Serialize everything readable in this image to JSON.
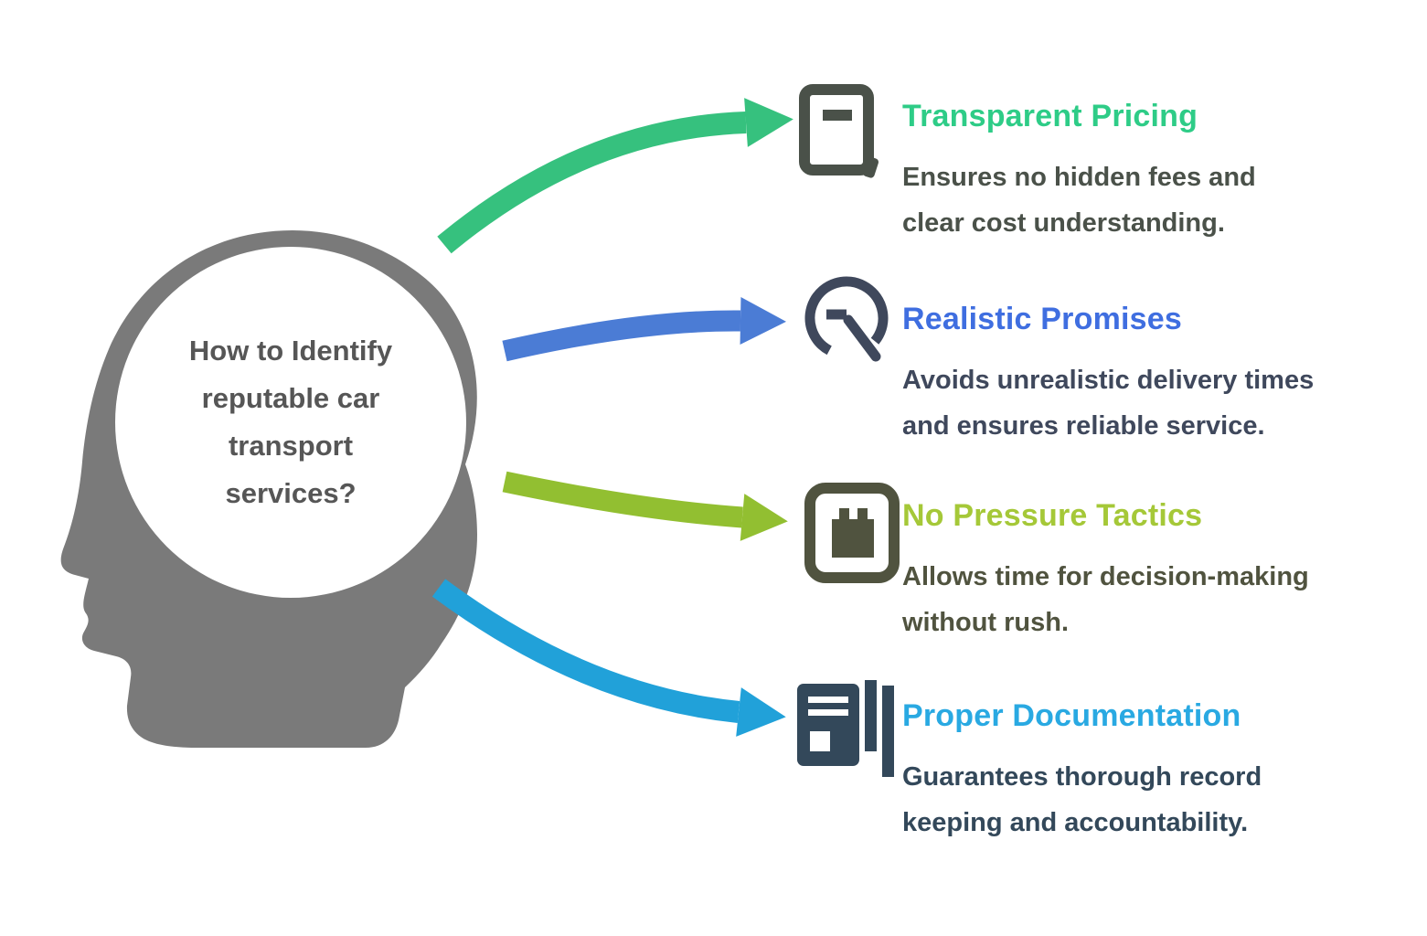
{
  "background_color": "#ffffff",
  "head": {
    "silhouette_color": "#7a7a7a",
    "circle_color": "#ffffff",
    "text_color": "#565656",
    "text_lines": [
      "How to Identify",
      "reputable car",
      "transport",
      "services?"
    ]
  },
  "items": [
    {
      "title": "Transparent Pricing",
      "description": "Ensures no hidden fees and clear cost understanding.",
      "title_color": "#2ecc87",
      "arrow_color": "#36c17e",
      "body_color": "#4a5149",
      "icon": "receipt-icon"
    },
    {
      "title": "Realistic Promises",
      "description": "Avoids unrealistic delivery times and ensures reliable service.",
      "title_color": "#3f6ee0",
      "arrow_color": "#4b7cd5",
      "body_color": "#3f485c",
      "icon": "gauge-icon"
    },
    {
      "title": "No Pressure Tactics",
      "description": "Allows time for decision-making without rush.",
      "title_color": "#a5c838",
      "arrow_color": "#92bf31",
      "body_color": "#50533f",
      "icon": "shopping-bag-icon"
    },
    {
      "title": "Proper Documentation",
      "description": "Guarantees thorough record keeping and accountability.",
      "title_color": "#29a9e2",
      "arrow_color": "#21a1d9",
      "body_color": "#33485a",
      "icon": "documents-icon"
    }
  ]
}
